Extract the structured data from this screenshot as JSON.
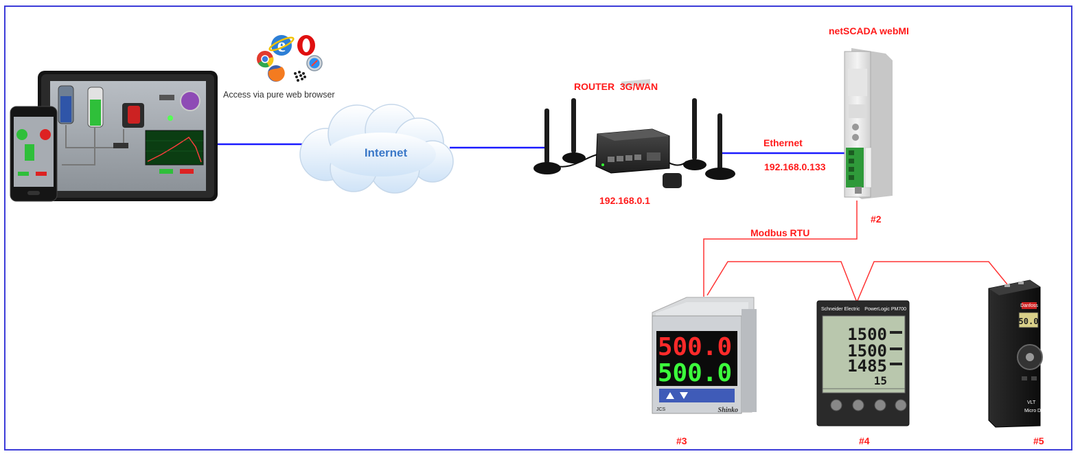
{
  "colors": {
    "frame": "#3b3bd8",
    "ethernet_line": "#1a1aff",
    "modbus_line": "#ff3333",
    "label_red": "#ff1a1a",
    "display_red": "#ff2a2a",
    "display_green": "#3cff3c"
  },
  "labels": {
    "browser_caption": "Access via pure web browser",
    "cloud": "Internet",
    "router_title": "ROUTER  3G/WAN",
    "router_ip": "192.168.0.1",
    "ethernet": "Ethernet",
    "webmi_title": "netSCADA webMI",
    "webmi_ip": "192.168.0.133",
    "webmi_id": "#2",
    "modbus": "Modbus RTU",
    "dev3_id": "#3",
    "dev4_id": "#4",
    "dev5_id": "#5"
  },
  "devices": {
    "temp_controller": {
      "pv": "500.0",
      "sv": "500.0",
      "model": "JCS",
      "brand": "Shinko"
    },
    "power_meter": {
      "brand": "Schneider Electric",
      "product": "PowerLogic PM700",
      "rows": [
        "1500",
        "1500",
        "1485",
        "15"
      ]
    },
    "vfd": {
      "display": "50.0",
      "brand": "Danfoss",
      "model": "VLT",
      "series": "Micro Drive"
    }
  },
  "icons": [
    "tablet-icon",
    "smartphone-icon",
    "ie-icon",
    "opera-icon",
    "chrome-icon",
    "firefox-icon",
    "safari-icon",
    "blackberry-icon",
    "cloud-icon",
    "router-icon",
    "webmi-module-icon"
  ]
}
